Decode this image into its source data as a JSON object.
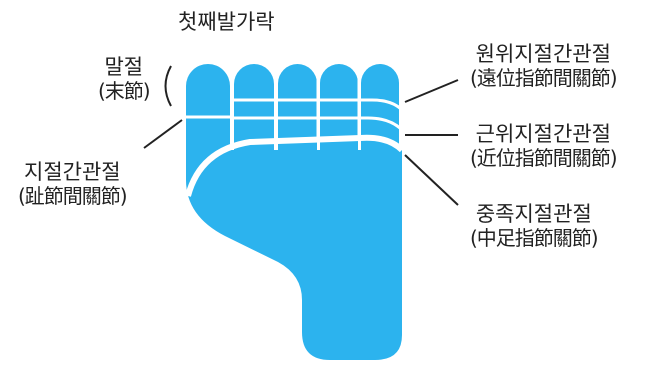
{
  "colors": {
    "foot": "#2cb3ee",
    "separator": "#ffffff",
    "text": "#222222",
    "leader": "#222222"
  },
  "labels": {
    "first_toe": "첫째발가락",
    "distal_phalanx": {
      "ko": "말절",
      "hanja": "(末節)"
    },
    "interphalangeal_joint": {
      "ko": "지절간관절",
      "hanja": "(趾節間關節)"
    },
    "distal_interphalangeal_joint": {
      "ko": "원위지절간관절",
      "hanja": "(遠位指節間關節)"
    },
    "proximal_interphalangeal_joint": {
      "ko": "근위지절간관절",
      "hanja": "(近位指節間關節)"
    },
    "metatarsophalangeal_joint": {
      "ko": "중족지절관절",
      "hanja": "(中足指節關節)"
    }
  }
}
